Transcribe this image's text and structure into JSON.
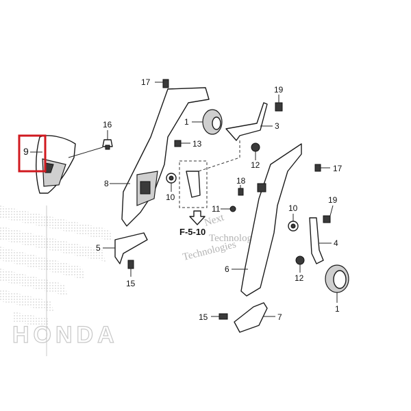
{
  "diagram": {
    "reference_label": "F-5-10",
    "highlight_color": "#d0191f",
    "callouts": {
      "c1a": "1",
      "c1b": "1",
      "c3": "3",
      "c4": "4",
      "c5": "5",
      "c6": "6",
      "c7": "7",
      "c8": "8",
      "c9": "9",
      "c10a": "10",
      "c10b": "10",
      "c11": "11",
      "c12a": "12",
      "c12b": "12",
      "c13": "13",
      "c15a": "15",
      "c15b": "15",
      "c16": "16",
      "c17a": "17",
      "c17b": "17",
      "c18": "18",
      "c19a": "19",
      "c19b": "19"
    },
    "watermark": {
      "line1": "Next",
      "line2": "Technologies",
      "line3": "Technologies"
    },
    "brand_text": "HONDA"
  }
}
